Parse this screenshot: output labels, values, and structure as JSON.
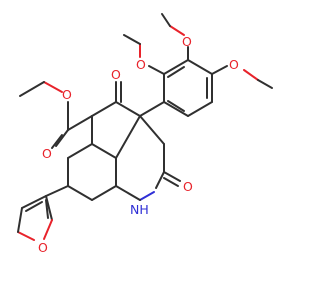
{
  "molecule": {
    "atom_labels": {
      "o_top_methoxy": "O",
      "o_left_methoxy": "O",
      "o_right_methoxy": "O",
      "o_ketone": "O",
      "o_ester_single": "O",
      "o_ester_carbonyl": "O",
      "o_furan": "O",
      "o_lactam": "O",
      "nh": "NH"
    },
    "colors": {
      "bond": "#303030",
      "oxygen": "#e8232b",
      "nitrogen": "#2f2fd6",
      "background": "#ffffff"
    }
  }
}
